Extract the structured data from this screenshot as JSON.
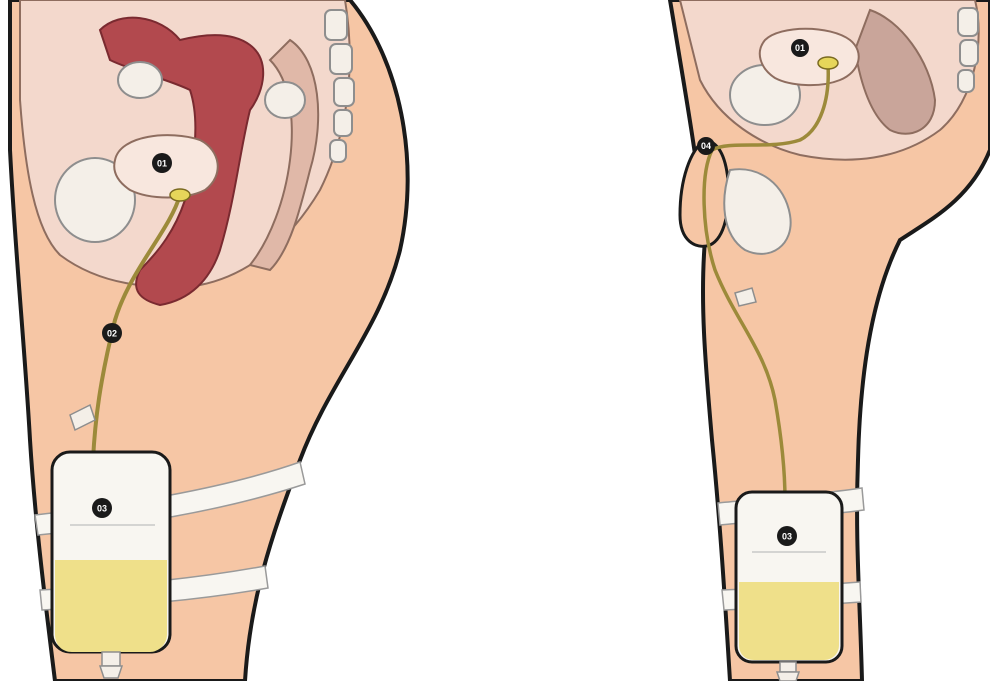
{
  "figure": {
    "female": {
      "labels": {
        "bladder": "01",
        "tube": "02",
        "bag": "03"
      }
    },
    "male": {
      "labels": {
        "bladder": "01",
        "tube": "04",
        "bag": "03"
      }
    }
  },
  "colors": {
    "skin": "#F6C6A5",
    "outline": "#1A1A1A",
    "uterus": "#B2494E",
    "bone": "#F4EFE8",
    "tube": "#9C8A3A",
    "urine": "#EFE08A",
    "bag": "#F8F6F1"
  }
}
